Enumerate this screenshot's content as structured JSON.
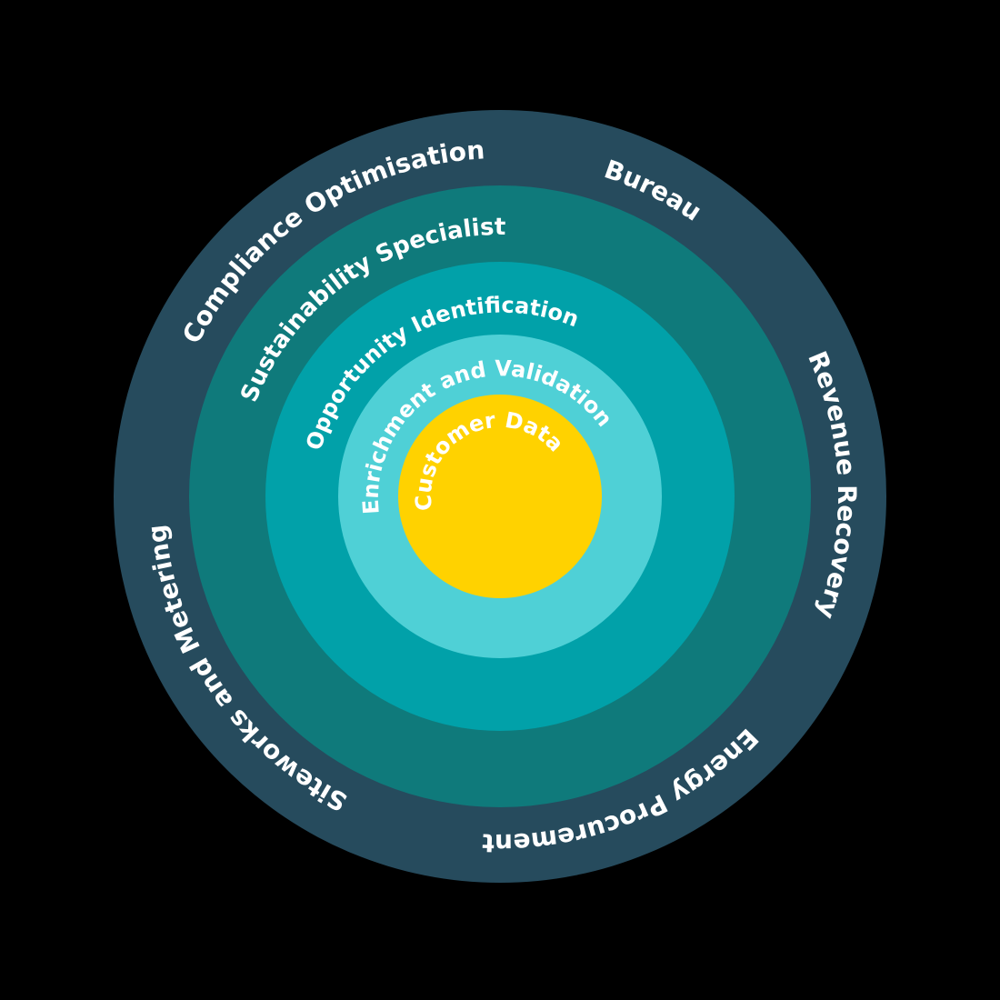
{
  "diagram": {
    "type": "concentric-rings",
    "description": "Service rings around a customer data core"
  },
  "colors": {
    "background": "#000000",
    "label_text": "#ffffff",
    "outer_ring": "#264b5d",
    "ring_sustainability": "#0f7a7b",
    "ring_opportunity": "#01a1a9",
    "ring_enrichment": "#4fd0d6",
    "center_circle": "#ffd200"
  },
  "rings": {
    "outer": {
      "labels": {
        "compliance": "Compliance Optimisation",
        "bureau": "Bureau",
        "revenue": "Revenue Recovery",
        "energy": "Energy Procurement",
        "siteworks": "Siteworks and Metering"
      }
    },
    "sustainability": {
      "label": "Sustainability Specialist"
    },
    "opportunity": {
      "label": "Opportunity Identification"
    },
    "enrichment": {
      "label": "Enrichment and Validation"
    },
    "center": {
      "label": "Customer Data"
    }
  }
}
